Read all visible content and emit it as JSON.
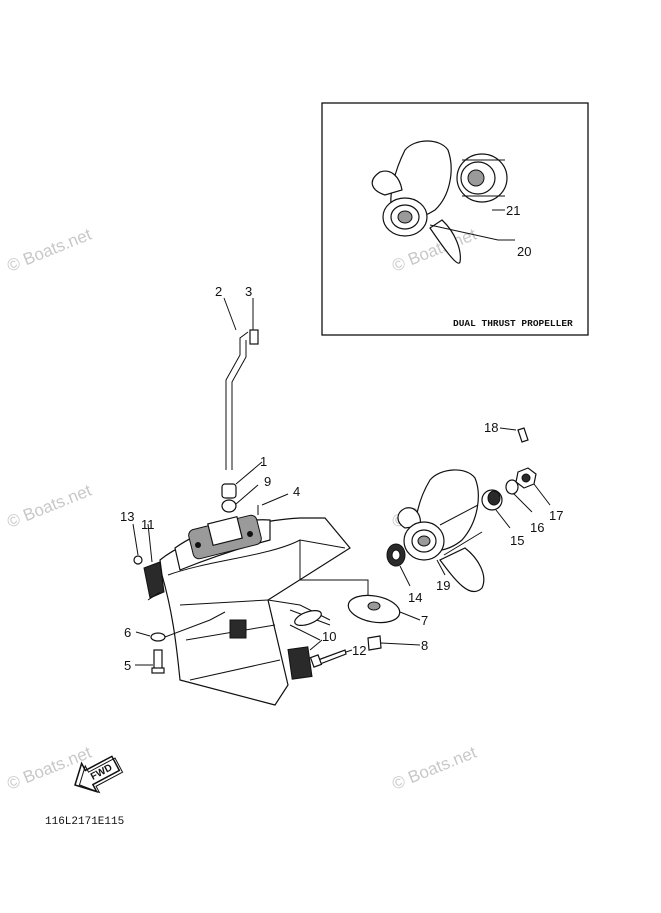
{
  "watermarks": [
    "© Boats.net",
    "© Boats.net",
    "© Boats.net",
    "© Boats.net",
    "© Boats.net",
    "© Boats.net"
  ],
  "inset": {
    "title": "DUAL THRUST PROPELLER"
  },
  "callouts": [
    "1",
    "2",
    "3",
    "4",
    "5",
    "6",
    "7",
    "8",
    "9",
    "10",
    "11",
    "12",
    "13",
    "14",
    "15",
    "16",
    "17",
    "18",
    "19",
    "20",
    "21"
  ],
  "fwd_label": "FWD",
  "diagram_code": "116L2171E115"
}
